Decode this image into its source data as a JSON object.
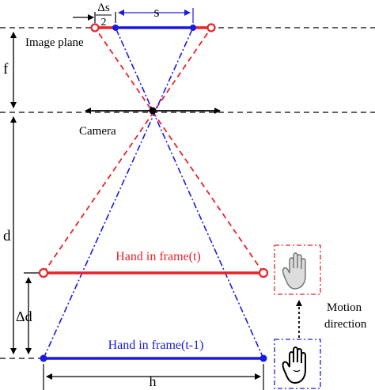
{
  "labels": {
    "delta_s_num": "Δs",
    "delta_s_den": "2",
    "s": "s",
    "image_plane": "Image plane",
    "f": "f",
    "camera": "Camera",
    "d": "d",
    "delta_d": "Δd",
    "hand_t": "Hand in frame(t)",
    "hand_t1": "Hand in frame(t-1)",
    "h": "h",
    "motion_line1": "Motion",
    "motion_line2": "direction"
  },
  "colors": {
    "red": "#e8232a",
    "blue": "#1a1ae0",
    "black": "#000000",
    "gray_box": "#dcdcdc"
  },
  "icons": {
    "hand_top": "open-hand-icon",
    "hand_bottom": "open-hand-icon"
  }
}
